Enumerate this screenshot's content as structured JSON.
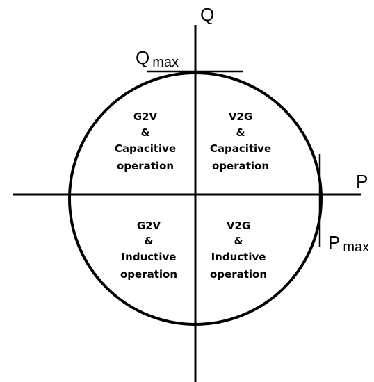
{
  "axes": {
    "q_label": "Q",
    "p_label": "P",
    "q_max_main": "Q",
    "q_max_sub": "max",
    "p_max_main": "P",
    "p_max_sub": "max"
  },
  "quadrants": {
    "top_left": [
      "G2V",
      "&",
      "Capacitive",
      "operation"
    ],
    "top_right": [
      "V2G",
      "&",
      "Capacitive",
      "operation"
    ],
    "bottom_left": [
      "G2V",
      "&",
      "Inductive",
      "operation"
    ],
    "bottom_right": [
      "V2G",
      "&",
      "Inductive",
      "operation"
    ]
  },
  "colors": {
    "stroke": "#000000",
    "background": "#ffffff"
  }
}
